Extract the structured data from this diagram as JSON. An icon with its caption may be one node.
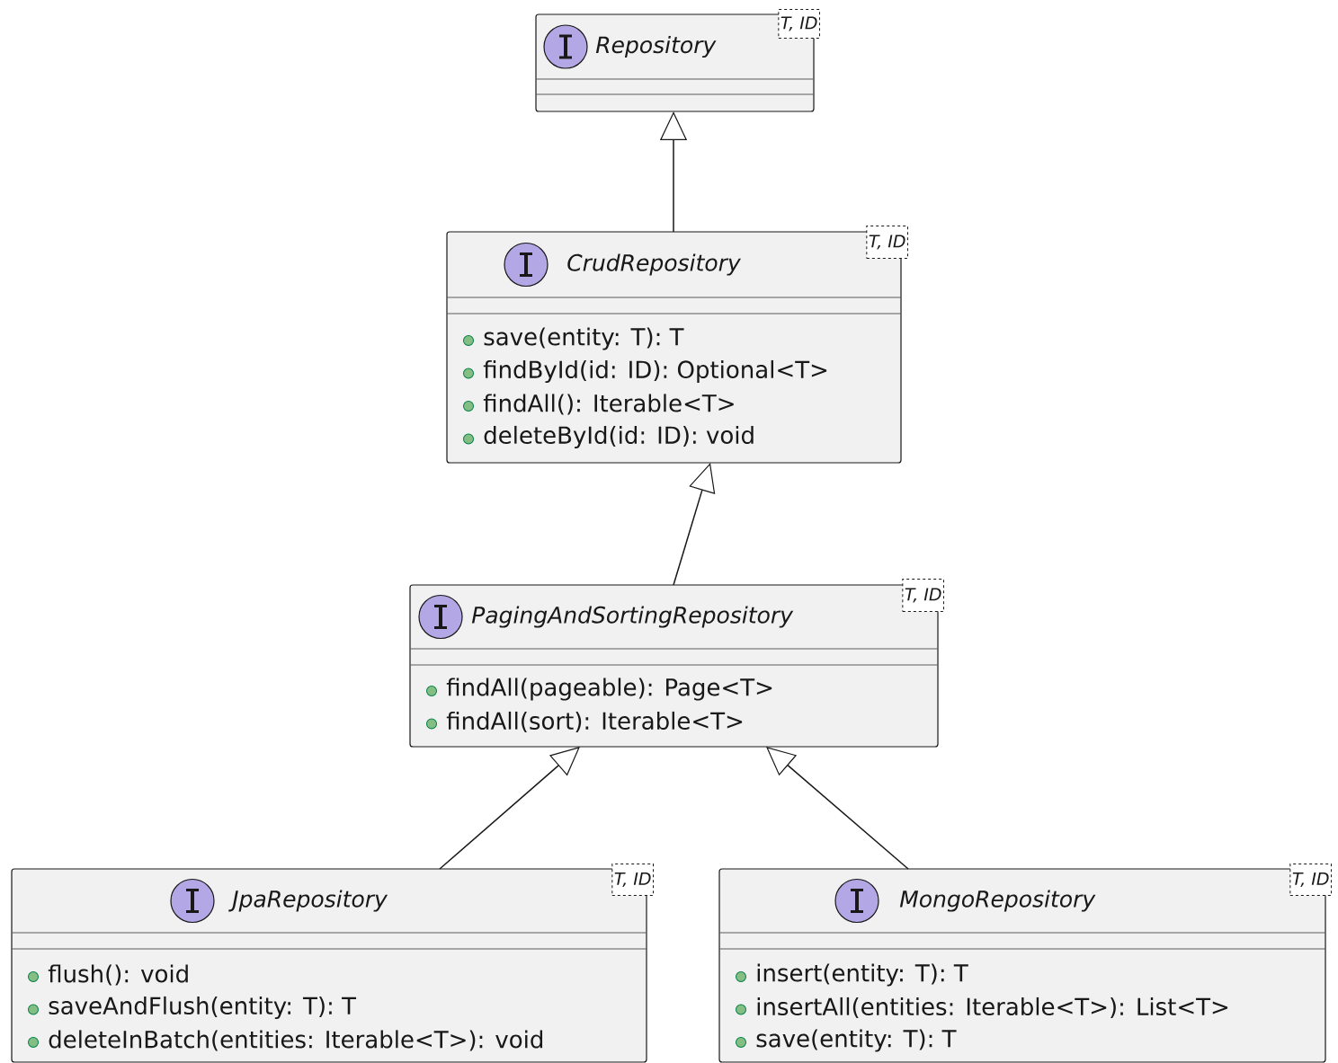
{
  "diagram": {
    "nodes": [
      {
        "text": [
          "Repository",
          "T, ID"
        ]
      },
      {
        "text": [
          "CrudRepository",
          "T, ID",
          "save(entity: T): T",
          "findById(id: ID): Optional<T>",
          "findAll(): Iterable<T>",
          "deleteById(id: ID): void"
        ]
      },
      {
        "text": [
          "PagingAndSortingRepository",
          "T, ID",
          "findAll(pageable): Page<T>",
          "findAll(sort): Iterable<T>"
        ]
      },
      {
        "text": [
          "JpaRepository",
          "T, ID",
          "flush(): void",
          "saveAndFlush(entity: T): T",
          "deleteInBatch(entities: Iterable<T>): void"
        ]
      },
      {
        "text": [
          "MongoRepository",
          "T, ID",
          "insert(entity: T): T",
          "insertAll(entities: Iterable<T>): List<T>",
          "save(entity: T): T"
        ]
      }
    ],
    "edges": [
      {
        "from": 1,
        "to": 0,
        "arrow": "to"
      },
      {
        "from": 2,
        "to": 1,
        "arrow": "to"
      },
      {
        "from": 3,
        "to": 2,
        "arrow": "to"
      },
      {
        "from": 4,
        "to": 2,
        "arrow": "to"
      }
    ]
  }
}
